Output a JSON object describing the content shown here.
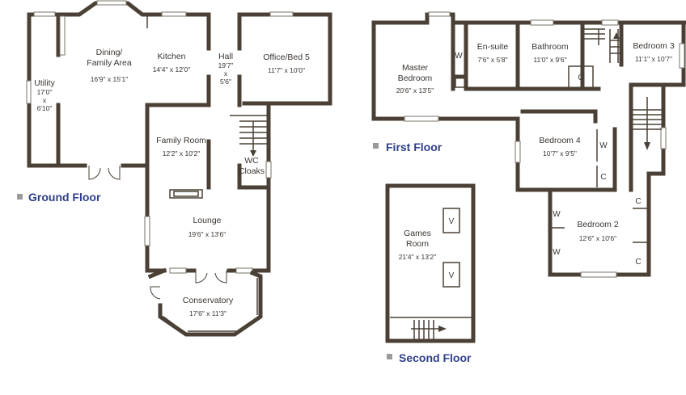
{
  "colors": {
    "wall": "#4a4035",
    "label": "#3b3530",
    "floor_title": "#2f3f8a",
    "bullet": "#9a9a9a"
  },
  "floors": {
    "ground": "Ground Floor",
    "first": "First Floor",
    "second": "Second Floor"
  },
  "rooms": {
    "utility": {
      "name": "Utility",
      "dim1": "17'0\"",
      "dim2": "x",
      "dim3": "6'10\""
    },
    "dining": {
      "name1": "Dining/",
      "name2": "Family Area",
      "dim": "16'9\" x 15'1\""
    },
    "kitchen": {
      "name": "Kitchen",
      "dim": "14'4\" x 12'0\""
    },
    "hall": {
      "name": "Hall",
      "dim1": "19'7\"",
      "dim2": "x",
      "dim3": "5'6\""
    },
    "office": {
      "name": "Office/Bed 5",
      "dim": "11'7\" x 10'0\""
    },
    "family_room": {
      "name": "Family Room",
      "dim": "12'2\" x 10'2\""
    },
    "wc": {
      "name1": "WC",
      "name2": "Cloaks"
    },
    "lounge": {
      "name": "Lounge",
      "dim": "19'6\" x 13'6\""
    },
    "conservatory": {
      "name": "Conservatory",
      "dim": "17'6\" x 11'3\""
    },
    "master": {
      "name1": "Master",
      "name2": "Bedroom",
      "dim": "20'6\" x 13'5\""
    },
    "ensuite": {
      "name": "En-suite",
      "dim": "7'6\" x 5'8\""
    },
    "bathroom": {
      "name": "Bathroom",
      "dim": "11'0\" x 9'6\""
    },
    "bed3": {
      "name": "Bedroom 3",
      "dim": "11'1\" x 10'7\""
    },
    "bed4": {
      "name": "Bedroom 4",
      "dim": "10'7\" x 9'5\""
    },
    "bed2": {
      "name": "Bedroom 2",
      "dim": "12'6\" x 10'6\""
    },
    "games": {
      "name1": "Games",
      "name2": "Room",
      "dim": "21'4\" x 13'2\""
    }
  },
  "marks": {
    "wardrobe": "W",
    "cupboard": "C",
    "velux": "V"
  }
}
